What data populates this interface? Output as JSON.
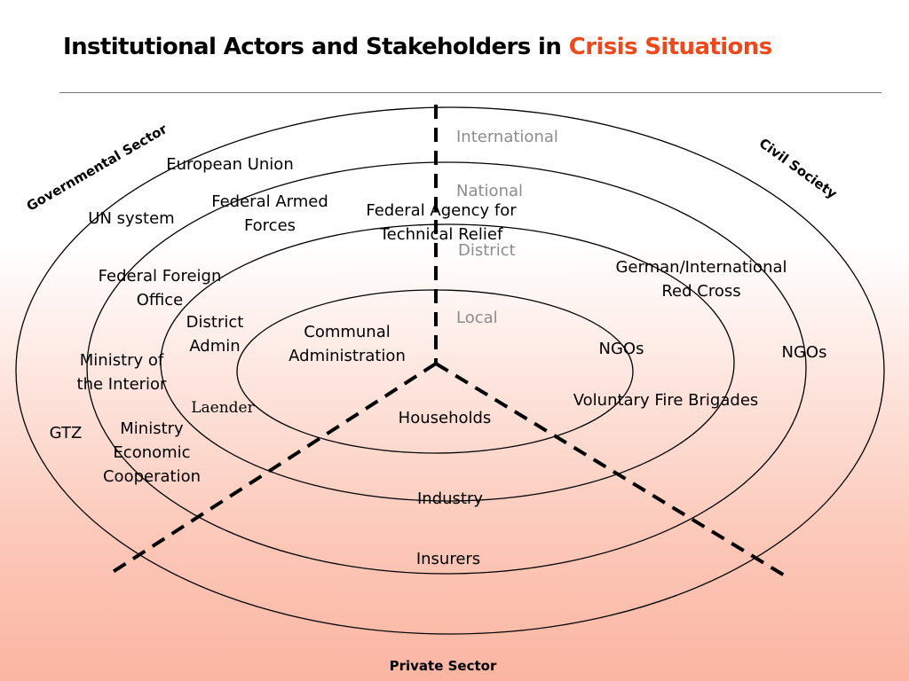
{
  "title": {
    "main": "Institutional Actors and Stakeholders in ",
    "highlight": "Crisis Situations",
    "highlight_color": "#ec4a1c"
  },
  "levels": {
    "international": "International",
    "national": "National",
    "district": "District",
    "local": "Local"
  },
  "sectors": {
    "governmental": "Governmental Sector",
    "civil": "Civil Society",
    "private": "Private Sector"
  },
  "actors": {
    "european_union": "European Union",
    "un_system": "UN system",
    "federal_armed_forces": "Federal Armed\nForces",
    "federal_agency": "Federal Agency for\nTechnical Relief",
    "federal_foreign_office": "Federal Foreign\nOffice",
    "district_admin": "District\nAdmin",
    "communal_administration": "Communal\nAdministration",
    "ministry_interior": "Ministry of\nthe Interior",
    "laender": "Laender",
    "gtz": "GTZ",
    "ministry_economic": "Ministry\nEconomic\nCooperation",
    "households": "Households",
    "industry": "Industry",
    "insurers": "Insurers",
    "german_red_cross": "German/International\nRed Cross",
    "ngos_inner": "NGOs",
    "ngos_outer": "NGOs",
    "voluntary_fire": "Voluntary Fire Brigades"
  }
}
